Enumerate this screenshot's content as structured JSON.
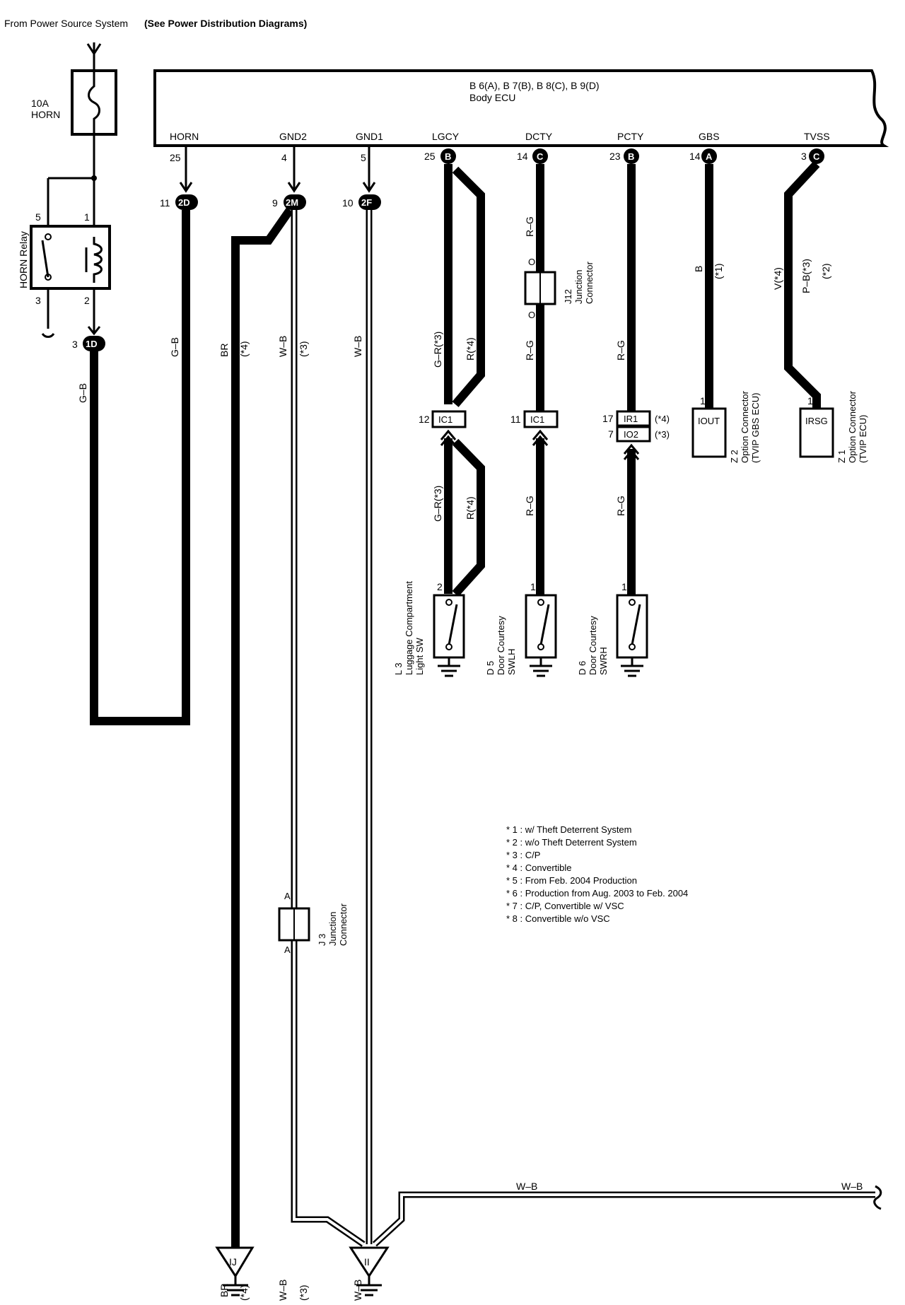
{
  "header": {
    "source_text": "From Power Source System",
    "source_ref": "(See Power Distribution Diagrams)"
  },
  "fuse": {
    "rating": "10A",
    "name": "HORN"
  },
  "relay": {
    "name": "HORN Relay",
    "pins": [
      "5",
      "1",
      "3",
      "2"
    ]
  },
  "ecu": {
    "connectors": "B 6(A), B 7(B), B 8(C), B 9(D)",
    "name": "Body ECU",
    "terminals": [
      {
        "name": "HORN",
        "pin": "25",
        "conn": ""
      },
      {
        "name": "GND2",
        "pin": "4",
        "conn": ""
      },
      {
        "name": "GND1",
        "pin": "5",
        "conn": ""
      },
      {
        "name": "LGCY",
        "pin": "25",
        "conn": "B"
      },
      {
        "name": "DCTY",
        "pin": "14",
        "conn": "C"
      },
      {
        "name": "PCTY",
        "pin": "23",
        "conn": "B"
      },
      {
        "name": "GBS",
        "pin": "14",
        "conn": "A"
      },
      {
        "name": "TVSS",
        "pin": "3",
        "conn": "C"
      }
    ]
  },
  "junction_blocks": [
    {
      "pin": "11",
      "id": "2D"
    },
    {
      "pin": "9",
      "id": "2M"
    },
    {
      "pin": "10",
      "id": "2F"
    },
    {
      "pin": "3",
      "id": "1D"
    }
  ],
  "wires": {
    "horn": "G–B",
    "relay_out": "G–B",
    "br": "BR",
    "br_note": "(*4)",
    "wb": "W–B",
    "wb_note": "(*3)",
    "lgcy_a": "G–R(*3)",
    "lgcy_b": "R(*4)",
    "rg": "R–G",
    "o": "O",
    "b": "B",
    "b_note": "(*1)",
    "v": "V(*4)",
    "pb": "P–B(*3)",
    "pb_note": "(*2)"
  },
  "connectors": {
    "j12": {
      "name": "J12",
      "desc": "Junction",
      "desc2": "Connector"
    },
    "j3": {
      "name": "J 3",
      "desc": "Junction",
      "desc2": "Connector",
      "pin": "A"
    },
    "ic1_l": {
      "pin": "12",
      "id": "IC1"
    },
    "ic1_r": {
      "pin": "11",
      "id": "IC1"
    },
    "ir1": {
      "pin": "17",
      "id": "IR1",
      "note": "(*4)"
    },
    "io2": {
      "pin": "7",
      "id": "IO2",
      "note": "(*3)"
    }
  },
  "components": {
    "z2": {
      "pin": "1",
      "term": "IOUT",
      "code": "Z 2",
      "line1": "Option Connector",
      "line2": "(TVIP GBS ECU)"
    },
    "z1": {
      "pin": "1",
      "term": "IRSG",
      "code": "Z 1",
      "line1": "Option Connector",
      "line2": "(TVIP ECU)"
    },
    "l3": {
      "pin": "2",
      "code": "L 3",
      "line1": "Luggage Compartment",
      "line2": "Light SW"
    },
    "d5": {
      "pin": "1",
      "code": "D 5",
      "line1": "Door Courtesy",
      "line2": "SWLH"
    },
    "d6": {
      "pin": "1",
      "code": "D 6",
      "line1": "Door Courtesy",
      "line2": "SWRH"
    }
  },
  "grounds": {
    "ij": "IJ",
    "ii": "II"
  },
  "notes": [
    "* 1 : w/ Theft Deterrent System",
    "* 2 : w/o Theft Deterrent System",
    "* 3 : C/P",
    "* 4 : Convertible",
    "* 5 : From Feb.  2004 Production",
    "* 6 : Production from Aug.  2003 to Feb.  2004",
    "* 7 : C/P,  Convertible w/ VSC",
    "* 8 : Convertible w/o VSC"
  ]
}
